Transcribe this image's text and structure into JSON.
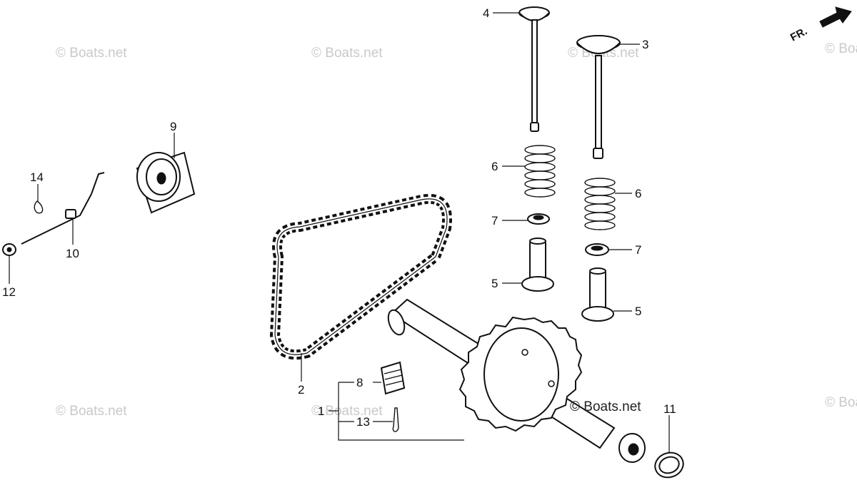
{
  "watermark": "© Boats.net",
  "watermark_inline": "© Boats.net",
  "direction_label": "FR.",
  "callouts": {
    "p1": "1",
    "p2": "2",
    "p3": "3",
    "p4": "4",
    "p5a": "5",
    "p5b": "5",
    "p6a": "6",
    "p6b": "6",
    "p7a": "7",
    "p7b": "7",
    "p8": "8",
    "p9": "9",
    "p10": "10",
    "p11": "11",
    "p12": "12",
    "p13": "13",
    "p14": "14"
  }
}
